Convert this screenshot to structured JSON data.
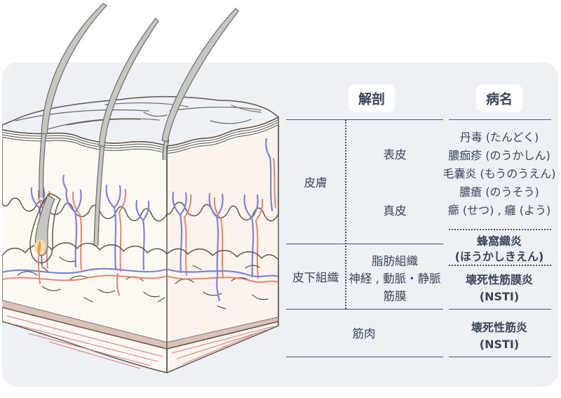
{
  "header": {
    "anatomy": "解剖",
    "disease": "病名"
  },
  "anatomy": {
    "skin": "皮膚",
    "epidermis": "表皮",
    "dermis": "真皮",
    "subcutaneous": "皮下組織",
    "subcutaneous_layers": [
      "脂肪組織",
      "神経 , 動脈・静脈",
      "筋膜"
    ],
    "muscle": "筋肉"
  },
  "diseases": {
    "skin_list": [
      "丹毒 (たんどく)",
      "膿痂疹 (のうかしん)",
      "毛嚢炎 (もうのうえん)",
      "膿瘡 (のうそう)",
      "癤 (せつ) , 癰 (よう)"
    ],
    "cellulitis": [
      "蜂窩織炎",
      "(ほうかしきえん)"
    ],
    "necrotizing_fasciitis": [
      "壊死性筋膜炎",
      "(NSTI)"
    ],
    "necrotizing_myositis": [
      "壊死性筋炎",
      "(NSTI)"
    ]
  },
  "colors": {
    "card_bg": "#edf0f5",
    "text": "#3a4458",
    "table_line": "#47516a",
    "skin_surface": "#f9efe1",
    "epidermis_pink": "#f5d2de",
    "dermis": "#fdf8f1",
    "dermis_side": "#fbf4ec",
    "fat": "#f7f0cb",
    "fascia": "#dcc1b9",
    "muscle": "#e8898c",
    "hair": "#c6c7c3",
    "sheath_pink": "#f3ccd6",
    "artery_red": "#e57f70",
    "vein_blue": "#7e83d6",
    "outline": "#5d584f"
  }
}
